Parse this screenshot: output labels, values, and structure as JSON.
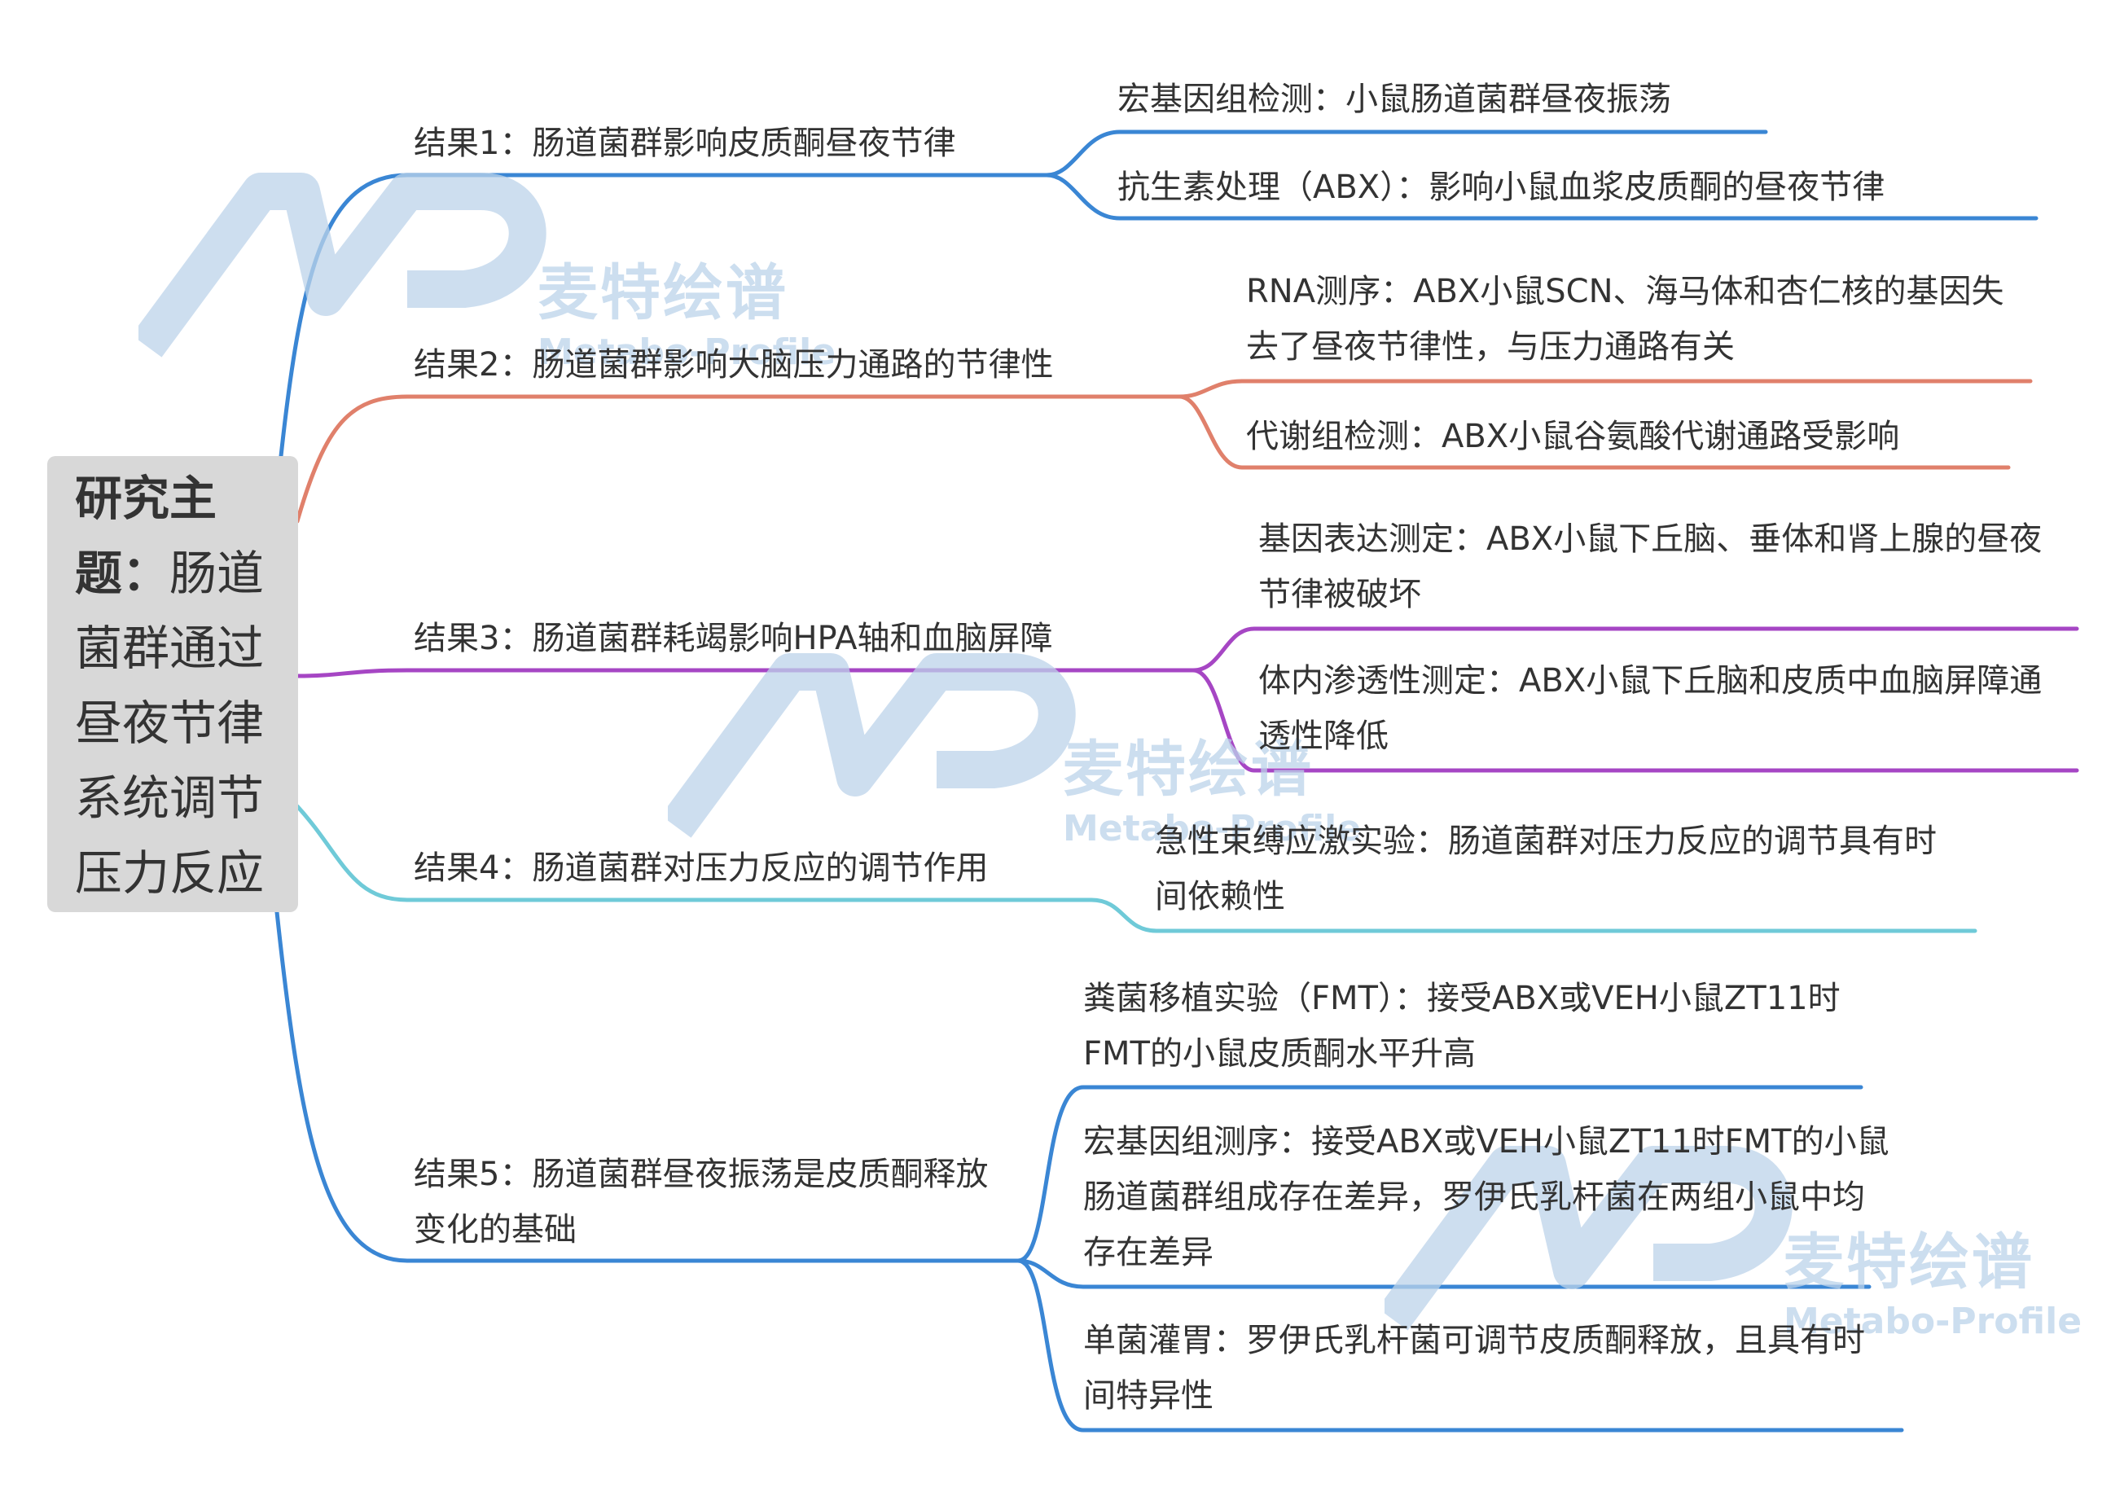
{
  "colors": {
    "root_box": "#d8d8d8",
    "branch1": "#3a86d4",
    "branch2": "#e0806b",
    "branch3": "#a646c4",
    "branch4": "#6fcad8",
    "branch5": "#3a86d4",
    "watermark": "#bcd3ea"
  },
  "root": {
    "title_bold": "研究主题：",
    "title_rest": "肠道菌群通过昼夜节律系统调节压力反应"
  },
  "branches": [
    {
      "label": "结果1：肠道菌群影响皮质酮昼夜节律",
      "children": [
        "宏基因组检测：小鼠肠道菌群昼夜振荡",
        "抗生素处理（ABX）：影响小鼠血浆皮质酮的昼夜节律"
      ]
    },
    {
      "label": "结果2：肠道菌群影响大脑压力通路的节律性",
      "children": [
        "RNA测序：ABX小鼠SCN、海马体和杏仁核的基因失去了昼夜节律性，与压力通路有关",
        "代谢组检测：ABX小鼠谷氨酸代谢通路受影响"
      ]
    },
    {
      "label": "结果3：肠道菌群耗竭影响HPA轴和血脑屏障",
      "children": [
        "基因表达测定：ABX小鼠下丘脑、垂体和肾上腺的昼夜节律被破坏",
        "体内渗透性测定：ABX小鼠下丘脑和皮质中血脑屏障通透性降低"
      ]
    },
    {
      "label": "结果4：肠道菌群对压力反应的调节作用",
      "children": [
        "急性束缚应激实验：肠道菌群对压力反应的调节具有时间依赖性"
      ]
    },
    {
      "label": "结果5：肠道菌群昼夜振荡是皮质酮释放变化的基础",
      "children": [
        "粪菌移植实验（FMT）：接受ABX或VEH小鼠ZT11时FMT的小鼠皮质酮水平升高",
        "宏基因组测序：接受ABX或VEH小鼠ZT11时FMT的小鼠肠道菌群组成存在差异，罗伊氏乳杆菌在两组小鼠中均存在差异",
        "单菌灌胃：罗伊氏乳杆菌可调节皮质酮释放，且具有时间特异性"
      ]
    }
  ],
  "watermark": {
    "brand_cn": "麦特绘谱",
    "brand_en": "Metabo-Profile"
  }
}
